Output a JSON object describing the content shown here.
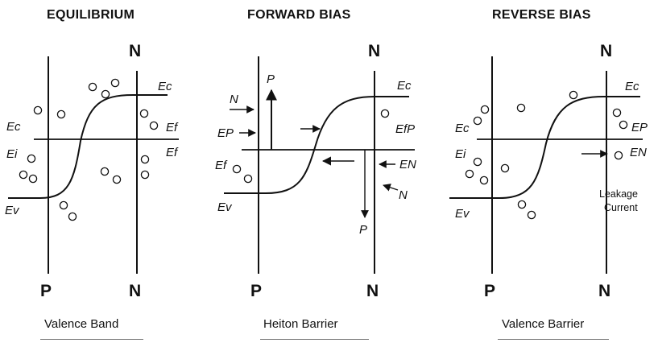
{
  "panels": [
    {
      "title": "EQUILIBRIUM",
      "caption": "Valence Band",
      "labels": {
        "ec_right": "Ec",
        "ec_left": "Ec",
        "ef_right_top": "Ef",
        "ef_right": "Ef",
        "ei": "Ei",
        "ev": "Ev",
        "p_bottom": "P",
        "n_top": "N",
        "n_bottom": "N"
      }
    },
    {
      "title": "FORWARD BIAS",
      "caption": "Heiton Barrier",
      "labels": {
        "p_top": "P",
        "n_arrow": "N",
        "ep": "EP",
        "ef": "Ef",
        "ev": "Ev",
        "ec": "Ec",
        "efp": "EfP",
        "en": "EN",
        "n_lower": "N",
        "p_lower": "P",
        "p_bottom": "P",
        "n_top": "N",
        "n_bottom": "N"
      }
    },
    {
      "title": "REVERSE BIAS",
      "caption": "Valence Barrier",
      "labels": {
        "ec_right": "Ec",
        "ec_left": "Ec",
        "ep": "EP",
        "en": "EN",
        "ei": "Ei",
        "ev": "Ev",
        "leakage_1": "Leakage",
        "leakage_2": "Current",
        "p_bottom": "P",
        "n_top": "N",
        "n_bottom": "N"
      }
    }
  ]
}
